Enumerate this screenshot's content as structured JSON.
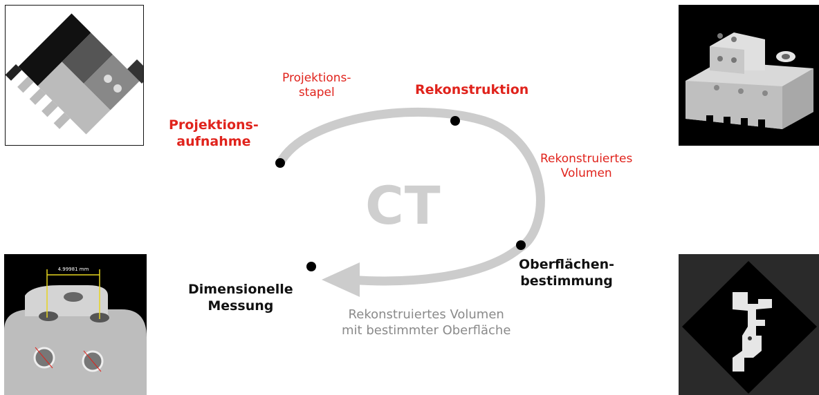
{
  "center_label": "CT",
  "stages": {
    "projection_acquisition": [
      "Projektions-",
      "aufnahme"
    ],
    "projection_stack": [
      "Projektions-",
      "stapel"
    ],
    "reconstruction": [
      "Rekonstruktion"
    ],
    "reconstructed_volume": [
      "Rekonstruiertes",
      "Volumen"
    ],
    "surface_determination": [
      "Oberflächen-",
      "bestimmung"
    ],
    "volume_with_surface": [
      "Rekonstruiertes Volumen",
      "mit bestimmter Oberfläche"
    ],
    "dimensional_measurement": [
      "Dimensionelle",
      "Messung"
    ]
  },
  "measurement_annotation": "4.99981 mm",
  "colors": {
    "highlight": "#e0231c",
    "cycle": "#cccccc",
    "node": "#000000",
    "muted": "#8a8a8a"
  }
}
